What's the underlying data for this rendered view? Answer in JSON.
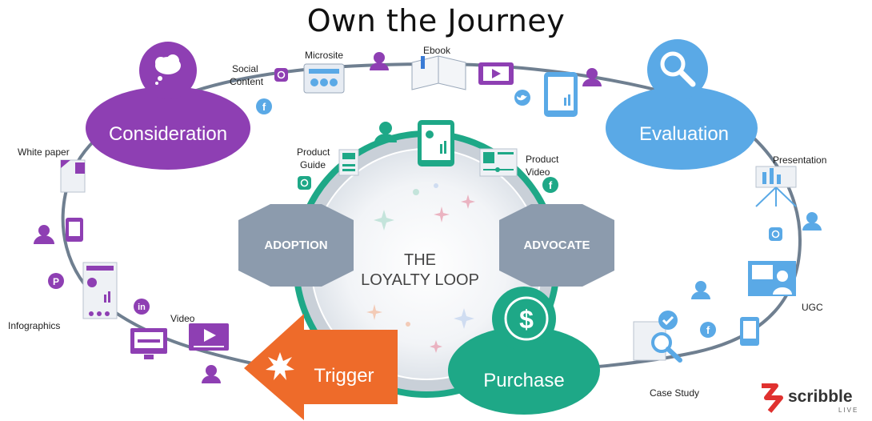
{
  "title": "Own the Journey",
  "stages": {
    "consideration": "Consideration",
    "evaluation": "Evaluation",
    "purchase": "Purchase",
    "trigger": "Trigger"
  },
  "loop": {
    "line1": "THE",
    "line2": "LOYALTY LOOP",
    "adoption": "ADOPTION",
    "advocate": "ADVOCATE"
  },
  "content_types": {
    "social_content_1": "Social",
    "social_content_2": "Content",
    "microsite": "Microsite",
    "ebook": "Ebook",
    "white_paper": "White paper",
    "infographics": "Infographics",
    "video": "Video",
    "product_guide_1": "Product",
    "product_guide_2": "Guide",
    "product_video_1": "Product",
    "product_video_2": "Video",
    "presentation": "Presentation",
    "ugc": "UGC",
    "case_study": "Case Study"
  },
  "logo": {
    "name": "scribble",
    "sub": "LIVE"
  },
  "colors": {
    "purple": "#8E3FB3",
    "blue": "#5AA9E6",
    "green": "#1EA887",
    "orange": "#EE6B2A",
    "hex_gray": "#8C9BAD",
    "track": "#6F7F90",
    "logo_red": "#E0312F"
  }
}
